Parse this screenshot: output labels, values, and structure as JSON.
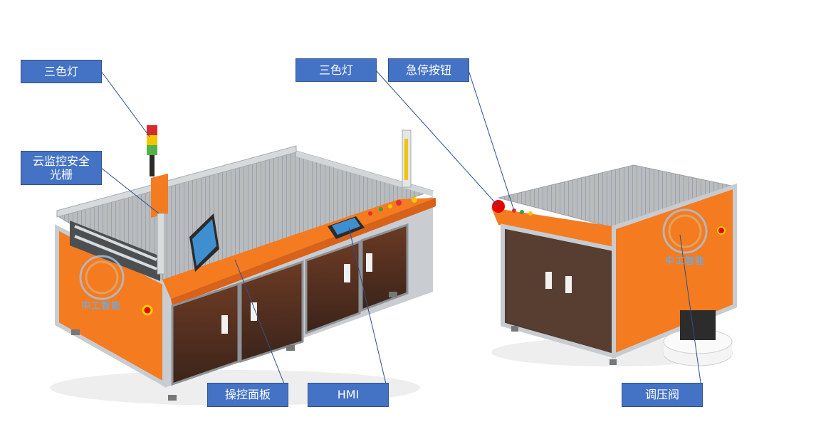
{
  "callouts": {
    "left_beacon": "三色灯",
    "cloud_light_curtain": "云监控安全\n光栅",
    "right_beacon": "三色灯",
    "emergency_stop": "急停按钮",
    "control_panel": "操控面板",
    "hmi": "HMI",
    "regulator_valve": "调压阀"
  },
  "logo": {
    "text": "中工智能"
  },
  "colors": {
    "accent": "#f47b20",
    "callout": "#4472c4",
    "frame": "#c8ccd0"
  }
}
